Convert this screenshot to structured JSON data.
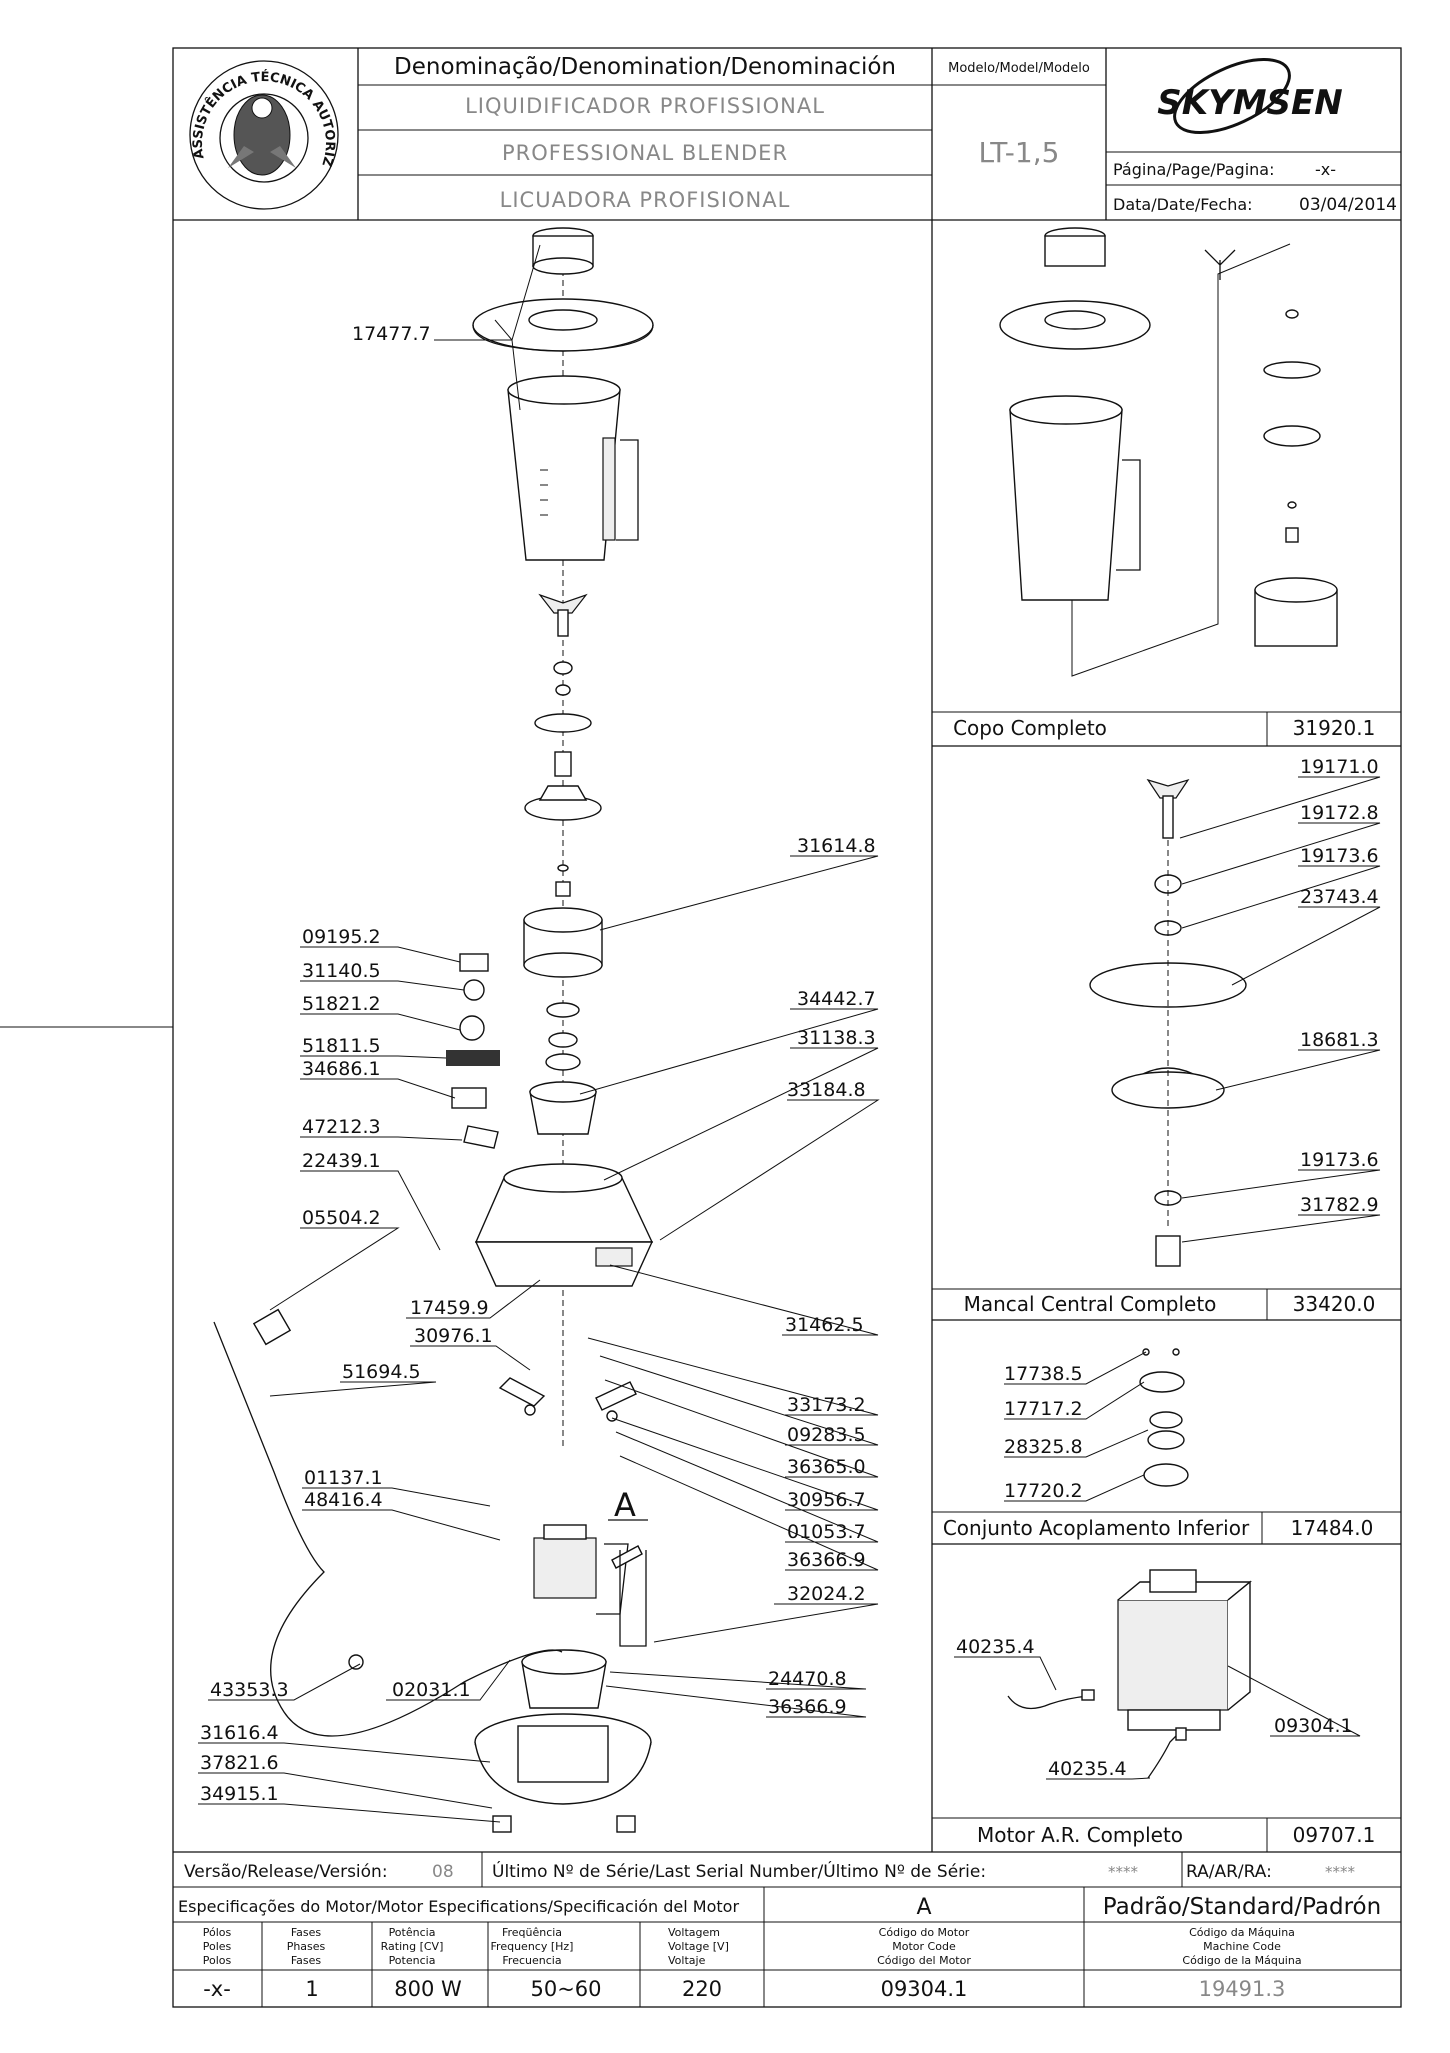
{
  "header": {
    "denomination_label": "Denominação/Denomination/Denominación",
    "model_label": "Modelo/Model/Modelo",
    "name_pt": "LIQUIDIFICADOR PROFISSIONAL",
    "name_en": "PROFESSIONAL BLENDER",
    "name_es": "LICUADORA PROFISIONAL",
    "model": "LT-1,5",
    "brand": "SKYMSEN",
    "page_label": "Página/Page/Pagina:",
    "page_value": "-x-",
    "date_label": "Data/Date/Fecha:",
    "date_value": "03/04/2014",
    "seal_text": "ASSISTÊNCIA TÉCNICA AUTORIZADA"
  },
  "main_parts": [
    {
      "code": "17477.7"
    },
    {
      "code": "31614.8"
    },
    {
      "code": "09195.2"
    },
    {
      "code": "31140.5"
    },
    {
      "code": "51821.2"
    },
    {
      "code": "51811.5"
    },
    {
      "code": "34686.1"
    },
    {
      "code": "34442.7"
    },
    {
      "code": "31138.3"
    },
    {
      "code": "33184.8"
    },
    {
      "code": "47212.3"
    },
    {
      "code": "22439.1"
    },
    {
      "code": "05504.2"
    },
    {
      "code": "17459.9"
    },
    {
      "code": "30976.1"
    },
    {
      "code": "51694.5"
    },
    {
      "code": "31462.5"
    },
    {
      "code": "33173.2"
    },
    {
      "code": "09283.5"
    },
    {
      "code": "36365.0"
    },
    {
      "code": "30956.7"
    },
    {
      "code": "01053.7"
    },
    {
      "code": "01137.1"
    },
    {
      "code": "48416.4"
    },
    {
      "code": "36366.9"
    },
    {
      "code": "32024.2"
    },
    {
      "code": "43353.3"
    },
    {
      "code": "02031.1"
    },
    {
      "code": "24470.8"
    },
    {
      "code": "36366.9"
    },
    {
      "code": "31616.4"
    },
    {
      "code": "37821.6"
    },
    {
      "code": "34915.1"
    }
  ],
  "detail_marker": "A",
  "panels": {
    "copo": {
      "name": "Copo Completo",
      "code": "31920.1"
    },
    "mancal": {
      "name": "Mancal Central Completo",
      "code": "33420.0",
      "parts": [
        "19171.0",
        "19172.8",
        "19173.6",
        "23743.4",
        "18681.3",
        "19173.6",
        "31782.9"
      ]
    },
    "acoplamento": {
      "name": "Conjunto Acoplamento Inferior",
      "code": "17484.0",
      "parts": [
        "17738.5",
        "17717.2",
        "28325.8",
        "17720.2"
      ]
    },
    "motor": {
      "name": "Motor A.R. Completo",
      "code": "09707.1",
      "parts": [
        "40235.4",
        "09304.1",
        "40235.4"
      ]
    }
  },
  "footer": {
    "version_label": "Versão/Release/Versión:",
    "version_value": "08",
    "serial_label": "Último Nº de Série/Last Serial Number/Último Nº de Série:",
    "serial_value": "****",
    "ra_label": "RA/AR/RA:",
    "ra_value": "****",
    "spec_label": "Especificações do Motor/Motor Especifications/Specificación del Motor",
    "variant": "A",
    "standard": "Padrão/Standard/Padrón",
    "columns": [
      {
        "h1": "Pólos",
        "h2": "Poles",
        "h3": "Polos",
        "value": "-x-"
      },
      {
        "h1": "Fases",
        "h2": "Phases",
        "h3": "Fases",
        "value": "1"
      },
      {
        "h1": "Potência",
        "h2": "Rating [CV]",
        "h3": "Potencia",
        "value": "800 W"
      },
      {
        "h1": "Freqüência",
        "h2": "Frequency [Hz]",
        "h3": "Frecuencia",
        "value": "50~60"
      },
      {
        "h1": "Voltagem",
        "h2": "Voltage [V]",
        "h3": "Voltaje",
        "value": "220"
      },
      {
        "h1": "Código do Motor",
        "h2": "Motor Code",
        "h3": "Código del Motor",
        "value": "09304.1"
      },
      {
        "h1": "Código da Máquina",
        "h2": "Machine Code",
        "h3": "Código de la Máquina",
        "value": "19491.3"
      }
    ]
  }
}
